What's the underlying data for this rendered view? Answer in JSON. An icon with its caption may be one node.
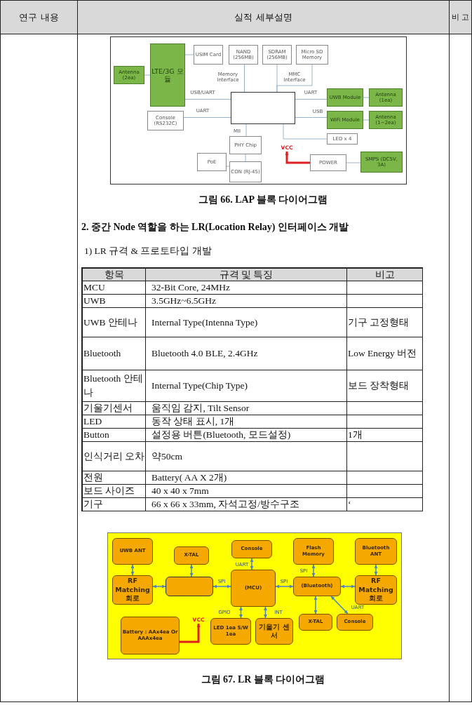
{
  "diagram": {
    "nodes": [
      {
        "text": [
          "Antenna (2ea)"
        ]
      },
      {
        "text": [
          "LTE/3G 모듈"
        ]
      },
      {
        "text": [
          "USIM Card"
        ]
      },
      {
        "text": [
          "NAND (256MB)"
        ]
      },
      {
        "text": [
          "SDRAM (256MB)"
        ]
      },
      {
        "text": [
          "Micro SD Memory"
        ]
      },
      {
        "text": [],
        "shape": "box"
      },
      {
        "text": [
          "Console (RS232C)"
        ]
      },
      {
        "text": [
          "UWB Module"
        ]
      },
      {
        "text": [
          "Antenna (1ea)"
        ]
      },
      {
        "text": [
          "WiFi Module"
        ]
      },
      {
        "text": [
          "Antenna (1~2ea)"
        ]
      },
      {
        "text": [
          "LED x 4"
        ]
      },
      {
        "text": [
          "PHY Chip"
        ]
      },
      {
        "text": [
          "VCC"
        ]
      },
      {
        "text": [
          "PoE"
        ]
      },
      {
        "text": [
          "POWER"
        ]
      },
      {
        "text": [
          "SMPS (DC5V, 3A)"
        ]
      },
      {
        "text": [
          "CON (RJ-45)"
        ]
      },
      {
        "text": [
          "UWB ANT"
        ]
      },
      {
        "text": [
          "X-TAL"
        ]
      },
      {
        "text": [
          "Console"
        ]
      },
      {
        "text": [
          "Flash Memory"
        ]
      },
      {
        "text": [
          "Bluetooth ANT"
        ]
      },
      {
        "text": [
          "RF Matching 회로"
        ]
      },
      {
        "text": [],
        "shape": "box"
      },
      {
        "text": [
          "(MCU)"
        ]
      },
      {
        "text": [
          "(Bluetooth)"
        ]
      },
      {
        "text": [
          "RF Matching 회로"
        ]
      },
      {
        "text": [
          "X-TAL"
        ]
      },
      {
        "text": [
          "Console"
        ]
      },
      {
        "text": [
          "Battery : AAx4ea Or AAAx4ea"
        ]
      },
      {
        "text": [
          "VCC"
        ]
      },
      {
        "text": [
          "LED 1ea S/W 1ea"
        ]
      },
      {
        "text": [
          "기울기 센서"
        ]
      }
    ],
    "edges": [
      {
        "from": 0,
        "to": 1,
        "arrow": "none"
      },
      {
        "from": 1,
        "to": 2,
        "arrow": "none"
      },
      {
        "from": 3,
        "to": 6,
        "arrow": "none",
        "label": "Memory Interface"
      },
      {
        "from": 4,
        "to": 6,
        "arrow": "none",
        "label": "MMC Interface"
      },
      {
        "from": 5,
        "to": 6,
        "arrow": "none"
      },
      {
        "from": 1,
        "to": 6,
        "arrow": "none",
        "label": "USB/UART"
      },
      {
        "from": 7,
        "to": 6,
        "arrow": "none",
        "label": "UART"
      },
      {
        "from": 6,
        "to": 8,
        "arrow": "none",
        "label": "UART"
      },
      {
        "from": 8,
        "to": 9,
        "arrow": "none"
      },
      {
        "from": 6,
        "to": 10,
        "arrow": "none",
        "label": "USB"
      },
      {
        "from": 10,
        "to": 11,
        "arrow": "none"
      },
      {
        "from": 6,
        "to": 12,
        "arrow": "none"
      },
      {
        "from": 6,
        "to": 13,
        "arrow": "none",
        "label": "MII"
      },
      {
        "from": 13,
        "to": 18,
        "arrow": "none"
      },
      {
        "from": 15,
        "to": 18,
        "arrow": "none"
      },
      {
        "from": 16,
        "to": 14,
        "arrow": "to",
        "style": "thick",
        "color": "#e02020"
      },
      {
        "from": 16,
        "to": 17,
        "arrow": "none"
      },
      {
        "from": 19,
        "to": 24,
        "arrow": "both",
        "color": "#4f81bd"
      },
      {
        "from": 24,
        "to": 25,
        "arrow": "both",
        "color": "#4f81bd"
      },
      {
        "from": 20,
        "to": 25,
        "arrow": "both",
        "color": "#4f81bd"
      },
      {
        "from": 25,
        "to": 26,
        "arrow": "both",
        "color": "#4f81bd",
        "label": "SPI"
      },
      {
        "from": 21,
        "to": 26,
        "arrow": "both",
        "color": "#4f81bd",
        "label": "UART"
      },
      {
        "from": 26,
        "to": 27,
        "arrow": "both",
        "color": "#4f81bd",
        "label": "SPI"
      },
      {
        "from": 26,
        "to": 33,
        "arrow": "both",
        "color": "#4f81bd",
        "label": "GPIO"
      },
      {
        "from": 26,
        "to": 34,
        "arrow": "both",
        "color": "#4f81bd",
        "label": "INT"
      },
      {
        "from": 22,
        "to": 27,
        "arrow": "both",
        "color": "#4f81bd",
        "label": "SPI"
      },
      {
        "from": 27,
        "to": 28,
        "arrow": "both",
        "color": "#4f81bd"
      },
      {
        "from": 23,
        "to": 28,
        "arrow": "both",
        "color": "#4f81bd"
      },
      {
        "from": 27,
        "to": 29,
        "arrow": "both",
        "color": "#4f81bd"
      },
      {
        "from": 27,
        "to": 30,
        "arrow": "both",
        "color": "#4f81bd",
        "label": "UART"
      },
      {
        "from": 31,
        "to": 32,
        "arrow": "to",
        "style": "thick",
        "color": "#e02020"
      }
    ],
    "labels": [
      "연구 내용",
      "실적 세부설명",
      "비 고",
      "그림 66. LAP 블록 다이어그램",
      "2. 중간 Node 역할을 하는 LR(Location Relay) 인터페이스 개발",
      "1) LR 규격 & 프로토타입 개발",
      "항목",
      "규격 및 특징",
      "비고",
      "MCU",
      "32-Bit Core, 24MHz",
      "UWB",
      "3.5GHz~6.5GHz",
      "UWB 안테나",
      "Internal Type(Intenna Type)",
      "기구 고정형태",
      "Bluetooth",
      "Bluetooth 4.0 BLE, 2.4GHz",
      "Low Energy 버전",
      "Bluetooth 안테나",
      "Internal Type(Chip Type)",
      "보드 장착형태",
      "기울기센서",
      "움직임 감지, Tilt Sensor",
      "LED",
      "동작 상태 표시, 1개",
      "Button",
      "설정용 버튼(Bluetooth, 모드설정)",
      "1개",
      "인식거리 오차",
      "약50cm",
      "전원",
      "Battery( AA X 2개)",
      "보드 사이즈",
      "40 x 40 x 7mm",
      "기구",
      "66 x 66 x 33mm, 자석고정/방수구조",
      "‘",
      "그림 67. LR 블록 다이어그램"
    ]
  }
}
